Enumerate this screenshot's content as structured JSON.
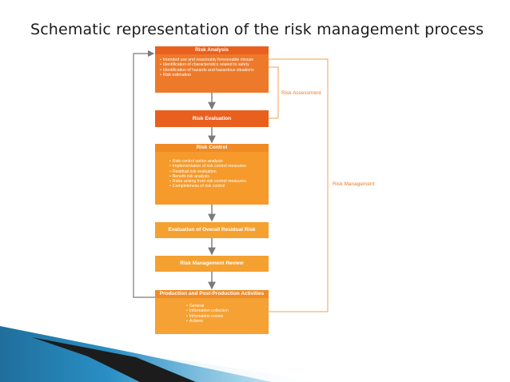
{
  "slide": {
    "title": "Schematic representation of the risk management process"
  },
  "diagram": {
    "risk_analysis": {
      "title": "Risk Analysis",
      "items": [
        "Intended use and reasonably foreseeable misuse",
        "Identification of characteristics related to safety",
        "Identification of hazards and hazardous situations",
        "Risk estimation"
      ]
    },
    "risk_evaluation": {
      "title": "Risk Evaluation"
    },
    "risk_control": {
      "title": "Risk Control",
      "items": [
        "Risk control option analysis",
        "Implementation of risk control measures",
        "Residual risk evaluation",
        "Benefit-risk analysis",
        "Risks arising from risk control measures",
        "Completeness of risk control"
      ]
    },
    "residual_risk": {
      "title": "Evaluation of Overall Residual Risk"
    },
    "rm_review": {
      "title": "Risk Management Review"
    },
    "production": {
      "title": "Production and Post-Production Activities",
      "items": [
        "General",
        "Information collection",
        "Information review",
        "Actions"
      ]
    },
    "bracket_labels": {
      "risk_assessment": "Risk Assessment",
      "risk_management": "Risk Management"
    }
  },
  "colors": {
    "dark_orange": "#e9601e",
    "orange": "#ed7a2a",
    "light_orange": "#f5a133",
    "bracket": "#f0a050",
    "arrow": "#7a7a7a",
    "deco_blue": "#2a8fc4",
    "deco_dark": "#1c1c1c"
  }
}
